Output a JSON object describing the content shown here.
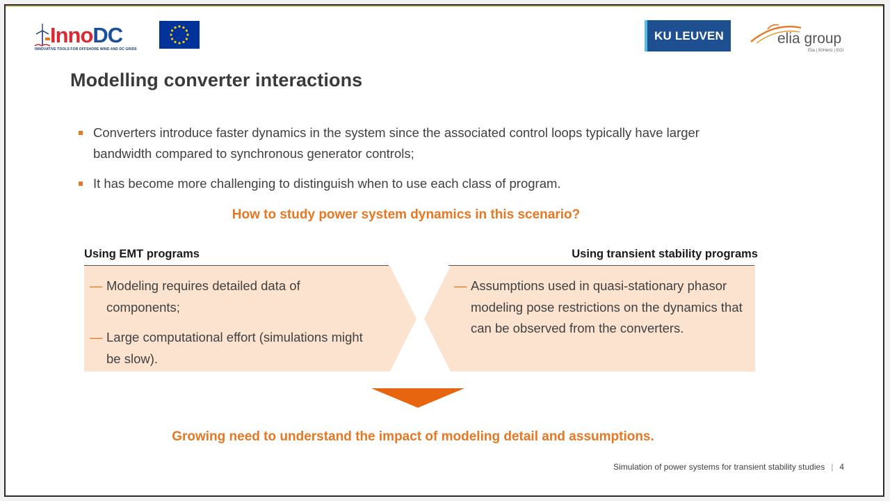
{
  "logos": {
    "innodc": {
      "word": "InnoDC",
      "tagline": "INNOVATIVE TOOLS FOR OFFSHORE WIND AND DC GRIDS"
    },
    "kuleuven": {
      "text": "KU LEUVEN"
    },
    "elia": {
      "word": "elia group",
      "subtitle": "Elia | 50Hertz | EGI"
    }
  },
  "title": "Modelling converter interactions",
  "bullets": [
    "Converters introduce faster dynamics in the system since the associated control loops typically have larger bandwidth compared to synchronous generator controls;",
    "It has become more challenging to distinguish when to use each class of program."
  ],
  "question": "How to study power system dynamics in this scenario?",
  "columns": {
    "left": {
      "heading": "Using EMT programs",
      "items": [
        "Modeling requires detailed data of components;",
        "Large computational effort (simulations might be slow)."
      ]
    },
    "right": {
      "heading": "Using transient stability programs",
      "items": [
        "Assumptions used in quasi-stationary phasor modeling pose restrictions on the dynamics that can be observed from the converters."
      ]
    }
  },
  "dash_glyph": "—",
  "conclusion": "Growing need to understand the impact of modeling detail and assumptions.",
  "footer": {
    "text": "Simulation of power systems for transient stability studies",
    "separator": "|",
    "page": "4"
  },
  "colors": {
    "accent": "#e87722",
    "box_fill": "#fbe3cf",
    "ku_blue": "#1d4f91",
    "eu_blue": "#003399",
    "eu_star": "#ffcc00",
    "innodc_red": "#d62b35",
    "innodc_blue": "#1b4f9c"
  }
}
